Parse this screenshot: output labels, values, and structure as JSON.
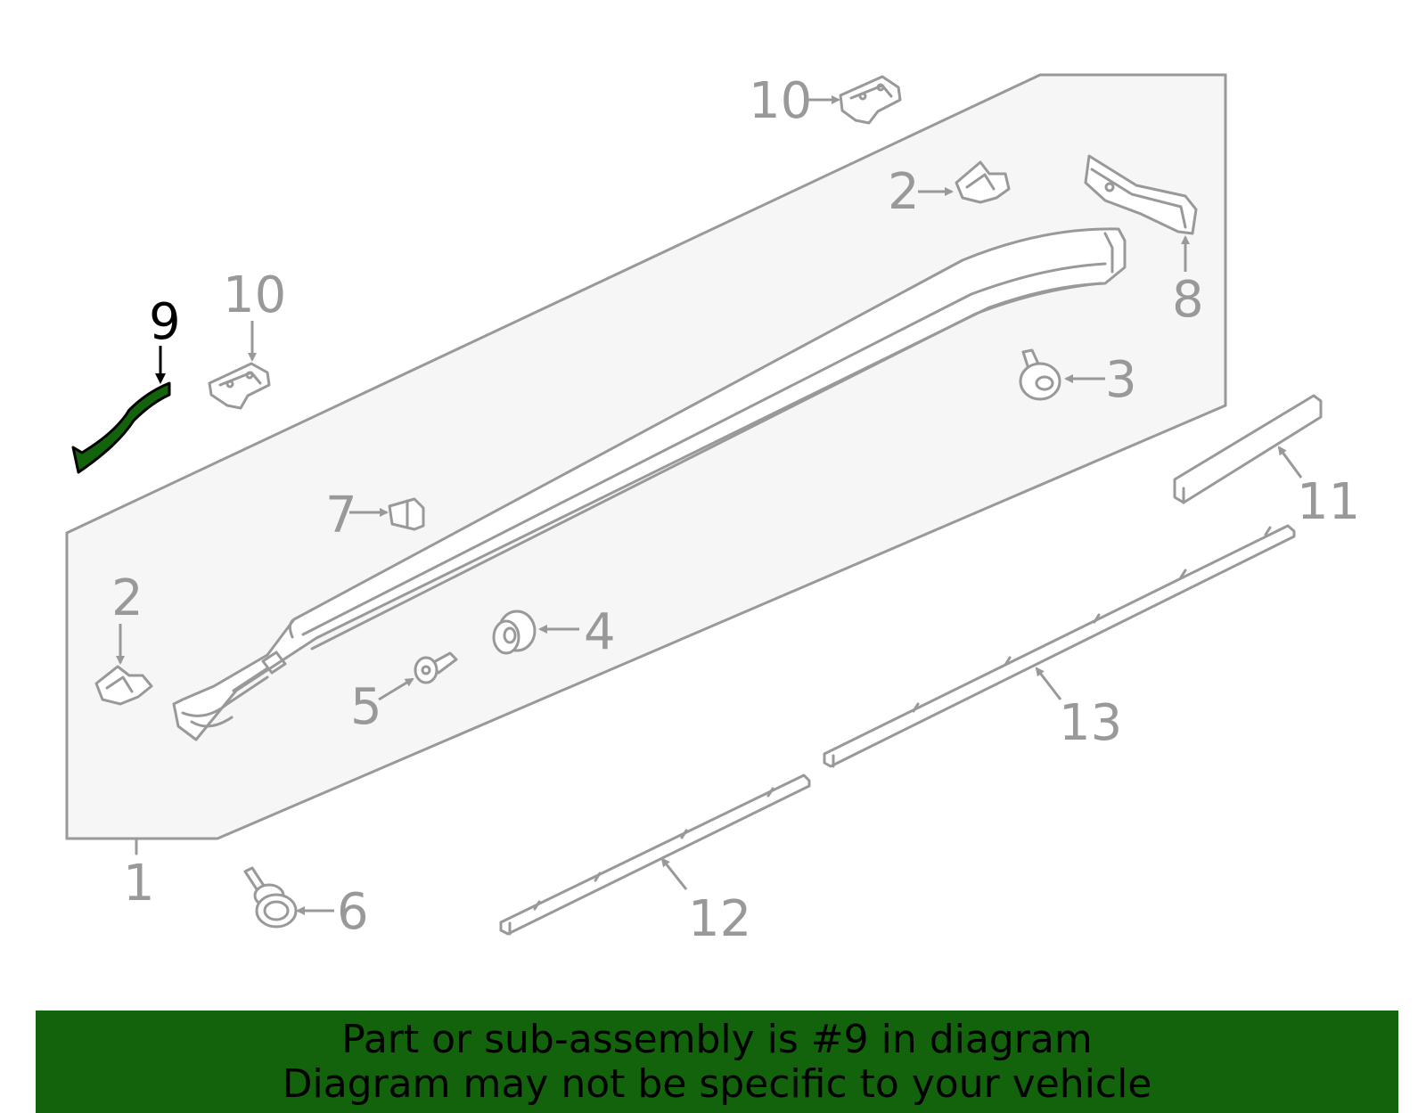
{
  "highlight_color": "#13620c",
  "line_color": "#999999",
  "panel_color": "#f6f6f6",
  "callouts": {
    "part_1": "1",
    "part_2_top": "2",
    "part_2_left": "2",
    "part_3": "3",
    "part_4": "4",
    "part_5": "5",
    "part_6": "6",
    "part_7": "7",
    "part_8": "8",
    "part_9": "9",
    "part_10_top": "10",
    "part_10_left": "10",
    "part_11": "11",
    "part_12": "12",
    "part_13": "13"
  },
  "banner": {
    "line1": "Part or sub-assembly is #9 in diagram",
    "line2": "Diagram may not be specific to your vehicle"
  }
}
